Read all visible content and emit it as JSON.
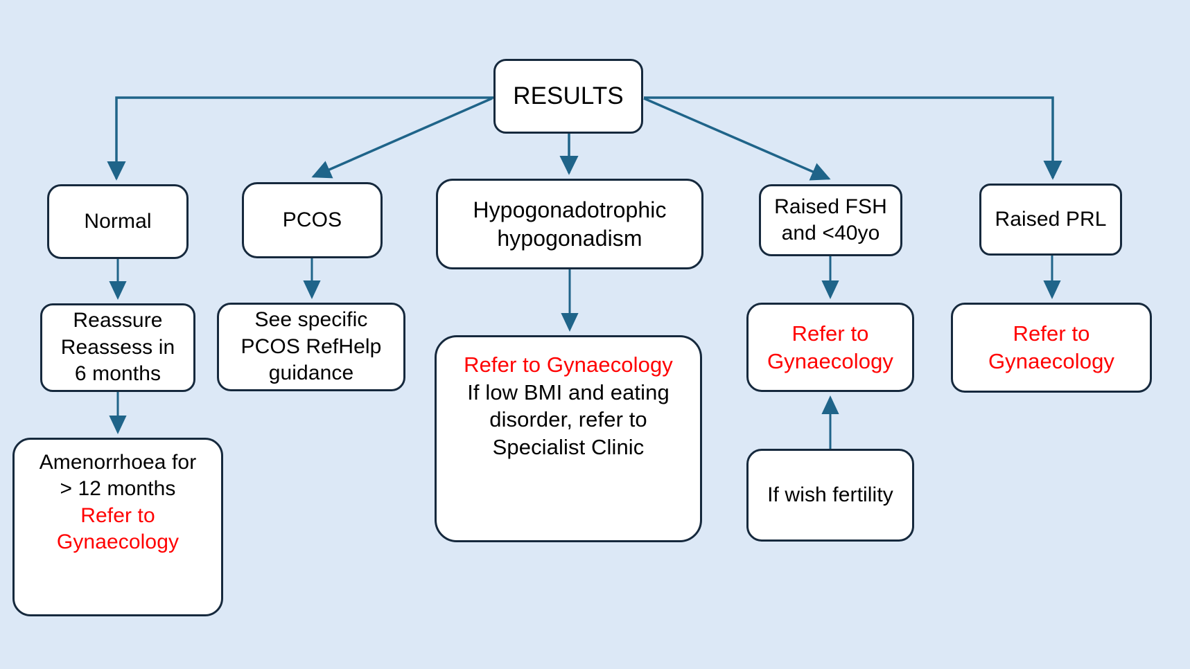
{
  "diagram": {
    "title": "RESULTS pathway",
    "background_color": "#dce8f6",
    "connector_color": "#1f6489",
    "node_border_color": "#16293d",
    "node_fill_color": "#ffffff",
    "referral_text_color": "#ff0000",
    "body_text_color": "#000000"
  },
  "root": {
    "label": "RESULTS"
  },
  "branches": [
    {
      "id": "normal",
      "label": "Normal",
      "steps": [
        {
          "lines": [
            {
              "text": "Reassure",
              "color": "black"
            },
            {
              "text": "Reassess in",
              "color": "black"
            },
            {
              "text": "6 months",
              "color": "black"
            }
          ]
        },
        {
          "lines": [
            {
              "text": "Amenorrhoea for",
              "color": "black"
            },
            {
              "text": "> 12 months",
              "color": "black"
            },
            {
              "text": "Refer to",
              "color": "red"
            },
            {
              "text": "Gynaecology",
              "color": "red"
            }
          ]
        }
      ]
    },
    {
      "id": "pcos",
      "label": "PCOS",
      "steps": [
        {
          "lines": [
            {
              "text": "See specific",
              "color": "black"
            },
            {
              "text": "PCOS RefHelp",
              "color": "black"
            },
            {
              "text": "guidance",
              "color": "black"
            }
          ]
        }
      ]
    },
    {
      "id": "hypogonadism",
      "label_lines": [
        "Hypogonadotrophic",
        "hypogonadism"
      ],
      "steps": [
        {
          "lines": [
            {
              "text": "Refer to Gynaecology",
              "color": "red"
            },
            {
              "text": "If low BMI and eating",
              "color": "black"
            },
            {
              "text": "disorder, refer to",
              "color": "black"
            },
            {
              "text": "Specialist Clinic",
              "color": "black"
            }
          ]
        }
      ]
    },
    {
      "id": "raised-fsh",
      "label_lines": [
        "Raised FSH",
        "and <40yo"
      ],
      "steps": [
        {
          "lines": [
            {
              "text": "Refer to",
              "color": "red"
            },
            {
              "text": "Gynaecology",
              "color": "red"
            }
          ]
        },
        {
          "lines": [
            {
              "text": "If wish fertility",
              "color": "black"
            }
          ]
        }
      ]
    },
    {
      "id": "raised-prl",
      "label": "Raised PRL",
      "steps": [
        {
          "lines": [
            {
              "text": "Refer to",
              "color": "red"
            },
            {
              "text": "Gynaecology",
              "color": "red"
            }
          ]
        }
      ]
    }
  ],
  "nodes": {
    "results": {
      "label": "RESULTS"
    },
    "normal": {
      "label": "Normal"
    },
    "reassure": {
      "l1": "Reassure",
      "l2": "Reassess in",
      "l3": "6 months"
    },
    "amenorrhoea": {
      "l1": "Amenorrhoea for",
      "l2": "> 12 months",
      "l3": "Refer to",
      "l4": "Gynaecology"
    },
    "pcos": {
      "label": "PCOS"
    },
    "refhelp": {
      "l1": "See specific",
      "l2": "PCOS RefHelp",
      "l3": "guidance"
    },
    "hypogonadism": {
      "l1": "Hypogonadotrophic",
      "l2": "hypogonadism"
    },
    "hypo_refer": {
      "l1": "Refer to Gynaecology",
      "l2": "If low BMI and eating",
      "l3": "disorder, refer to",
      "l4": "Specialist Clinic"
    },
    "raised_fsh": {
      "l1": "Raised FSH",
      "l2": "and <40yo"
    },
    "fsh_refer": {
      "l1": "Refer to",
      "l2": "Gynaecology"
    },
    "fertility": {
      "label": "If wish fertility"
    },
    "raised_prl": {
      "label": "Raised PRL"
    },
    "prl_refer": {
      "l1": "Refer to",
      "l2": "Gynaecology"
    }
  }
}
